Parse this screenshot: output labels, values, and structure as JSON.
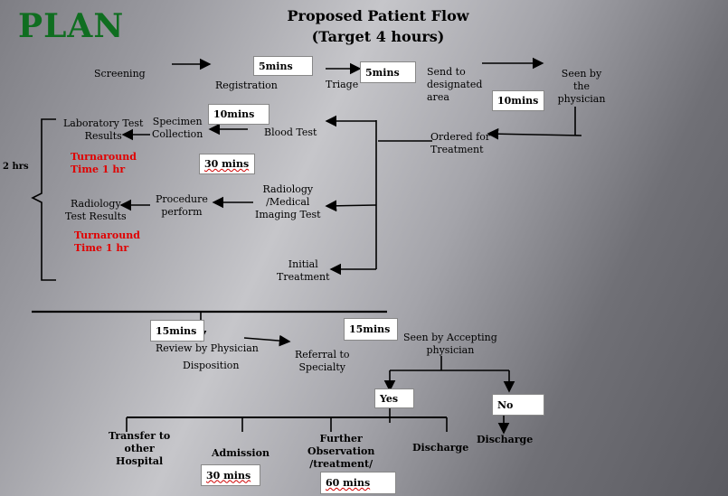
{
  "plan_label": "PLAN",
  "title": {
    "line1": "Proposed Patient Flow",
    "line2": "(Target 4 hours)"
  },
  "steps": {
    "screening": "Screening",
    "registration": "Registration",
    "triage": "Triage",
    "send_to_area": [
      "Send to",
      "designated",
      "area"
    ],
    "seen_by_physician": [
      "Seen by",
      "the",
      "physician"
    ],
    "ordered_for_treatment": [
      "Ordered for",
      "Treatment"
    ],
    "blood_test": "Blood Test",
    "specimen_collection": [
      "Specimen",
      "Collection"
    ],
    "lab_results": [
      "Laboratory Test",
      "Results"
    ],
    "radiology_test": [
      "Radiology",
      "/Medical",
      "Imaging Test"
    ],
    "procedure_perform": [
      "Procedure",
      "perform"
    ],
    "radiology_results": [
      "Radiology",
      "Test Results"
    ],
    "initial_treatment": [
      "Initial",
      "Treatment"
    ],
    "review_by_physician": "Review by Physician",
    "disposition": "Disposition",
    "referral": [
      "Referral to",
      "Specialty"
    ],
    "seen_by_accepting": [
      "Seen by Accepting",
      "physician"
    ],
    "yes": "Yes",
    "no": "No",
    "discharge_no": "Discharge",
    "transfer": [
      "Transfer to",
      "other",
      "Hospital"
    ],
    "admission": "Admission",
    "further_observation": [
      "Further",
      "Observation",
      "/treatment/"
    ],
    "discharge_yes": "Discharge"
  },
  "times": {
    "registration": "5mins",
    "triage": "5mins",
    "seen": "10mins",
    "specimen": "10mins",
    "radiology": "30 mins",
    "review": "15mins",
    "referral": "15mins",
    "admission": "30 mins",
    "observation": "60 mins"
  },
  "turnaround": {
    "lab": [
      "Turnaround",
      "Time  1 hr"
    ],
    "radiology": [
      "Turnaround",
      "Time  1 hr"
    ]
  },
  "bracket_label": "2 hrs"
}
